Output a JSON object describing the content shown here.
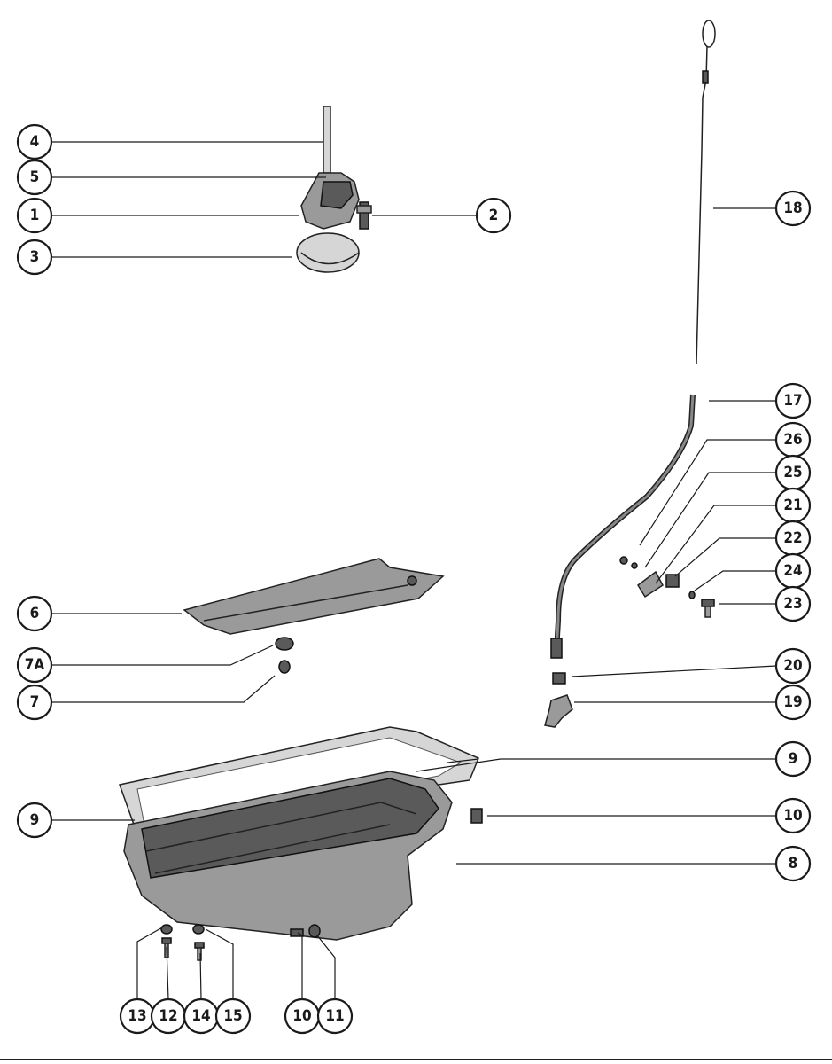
{
  "callouts": {
    "c4": "4",
    "c5": "5",
    "c1": "1",
    "c3": "3",
    "c2": "2",
    "c18": "18",
    "c17": "17",
    "c26": "26",
    "c25": "25",
    "c21": "21",
    "c22": "22",
    "c24": "24",
    "c23": "23",
    "c6": "6",
    "c7a": "7A",
    "c7": "7",
    "c20": "20",
    "c19": "19",
    "c9_right": "9",
    "c9_left": "9",
    "c10_right": "10",
    "c8": "8",
    "c13": "13",
    "c12": "12",
    "c14": "14",
    "c15": "15",
    "c10_bottom": "10",
    "c11": "11"
  }
}
